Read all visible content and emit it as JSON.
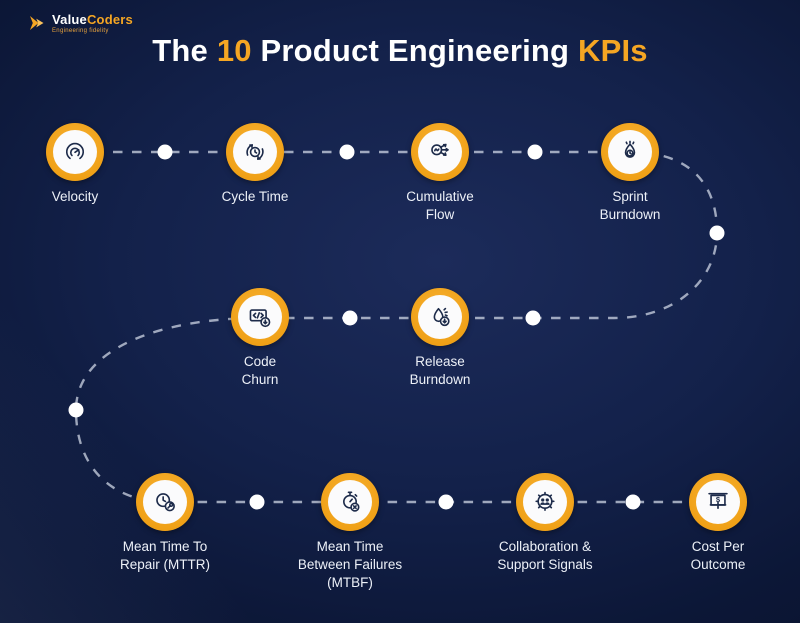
{
  "brand": {
    "name_left": "Value",
    "name_right": "Coders",
    "tagline": "Engineering fidelity"
  },
  "title": {
    "t1": "The ",
    "t2": "10",
    "t3": " Product Engineering ",
    "t4": "KPIs"
  },
  "colors": {
    "accent": "#F5A623",
    "background": "#0E1B3E",
    "dash_line": "#D5DCEA",
    "path_dot": "#FFFFFF",
    "label_text": "#EDF1F8",
    "icon_stroke": "#1D2B4A"
  },
  "kpis": [
    {
      "label": "Velocity",
      "icon": "speedometer-icon"
    },
    {
      "label": "Cycle Time",
      "icon": "clock-cycle-icon"
    },
    {
      "label": "Cumulative Flow",
      "icon": "flow-branch-icon"
    },
    {
      "label": "Sprint Burndown",
      "icon": "flame-clock-icon"
    },
    {
      "label": "Release Burndown",
      "icon": "flame-down-icon"
    },
    {
      "label": "Code Churn",
      "icon": "code-window-down-icon"
    },
    {
      "label": "Mean Time To Repair (MTTR)",
      "icon": "clock-wrench-icon"
    },
    {
      "label": "Mean Time Between Failures (MTBF)",
      "icon": "stopwatch-x-icon"
    },
    {
      "label": "Collaboration & Support Signals",
      "icon": "gear-people-icon"
    },
    {
      "label": "Cost Per Outcome",
      "icon": "screen-dollar-icon"
    }
  ]
}
